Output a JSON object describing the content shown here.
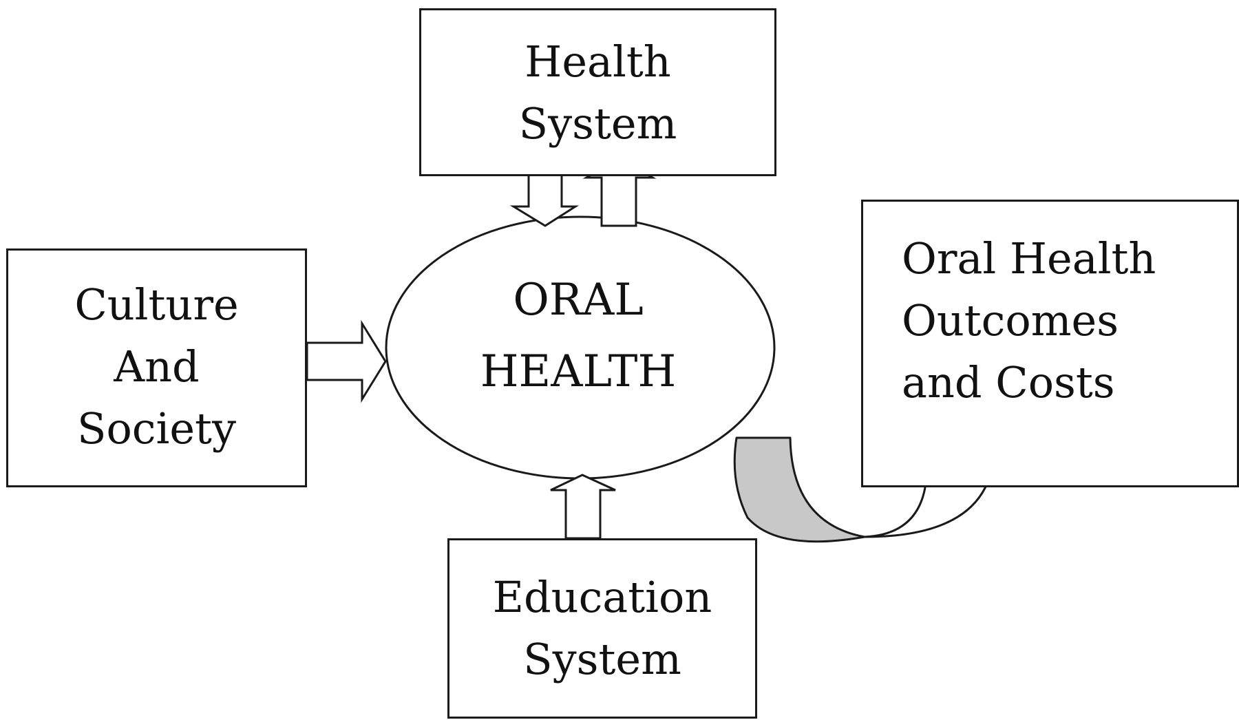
{
  "nodes": {
    "health_system": "Health\nSystem",
    "culture_society": "Culture\nAnd\nSociety",
    "oral_health": "ORAL\nHEALTH",
    "education_system": "Education\nSystem",
    "outcomes_costs": "Oral  Health\nOutcomes\nand Costs"
  },
  "colors": {
    "stroke": "#1a1a1a",
    "outcome_arrow_fill": "#c8c8c8",
    "background": "#ffffff"
  }
}
